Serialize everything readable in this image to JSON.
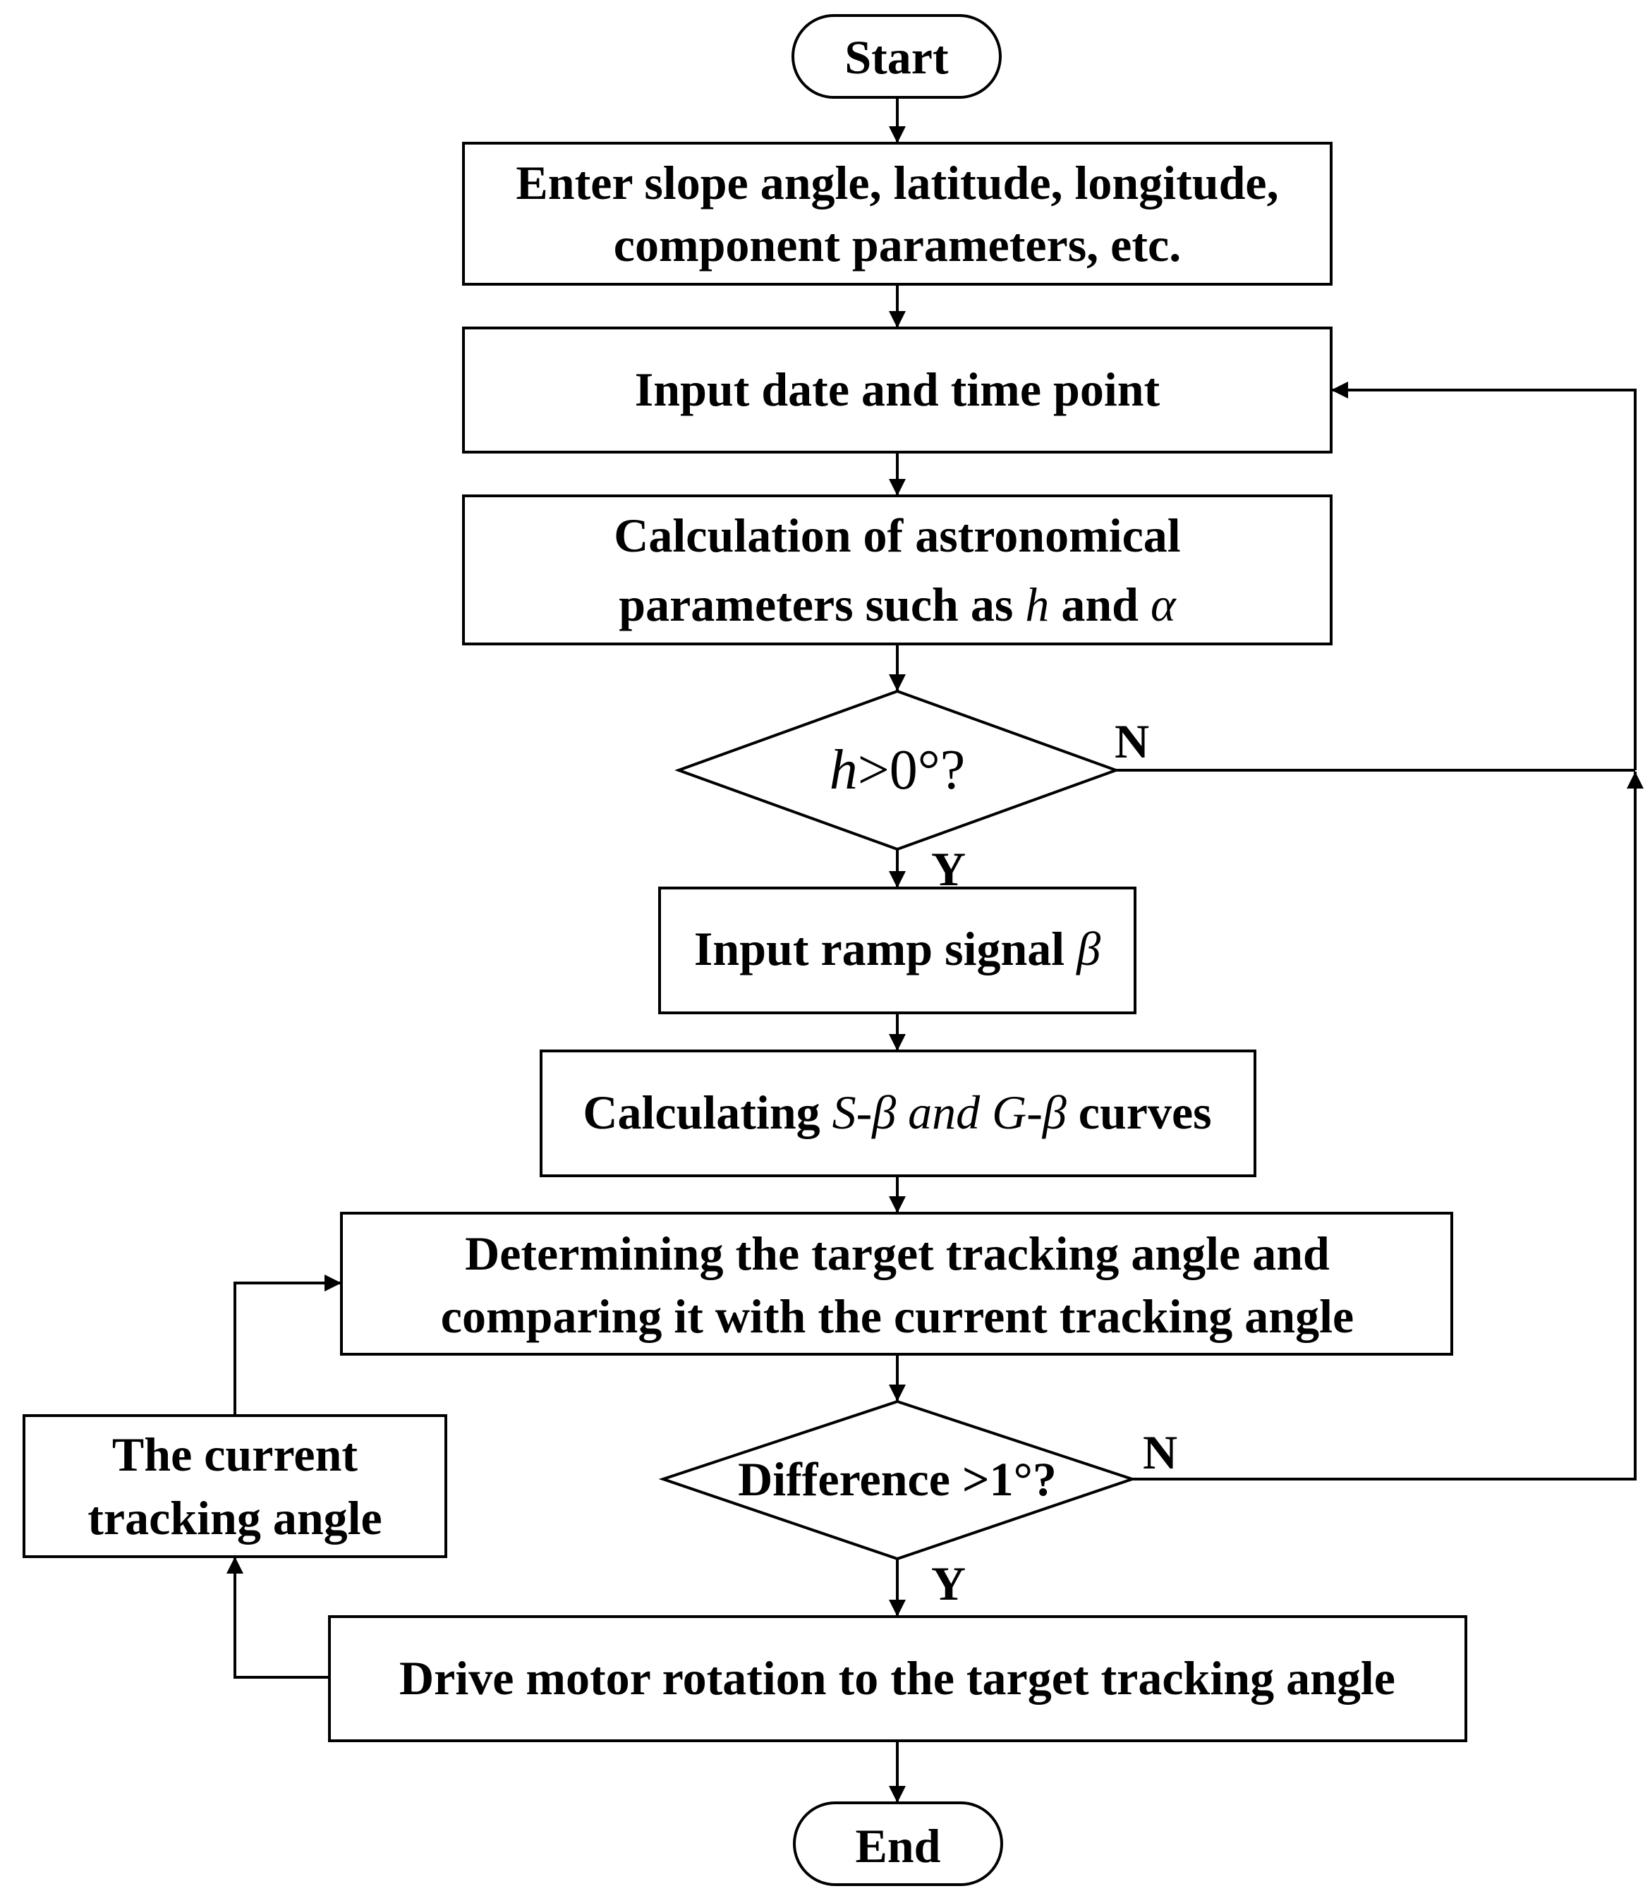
{
  "nodes": {
    "start": "Start",
    "enter_params": [
      "Enter slope angle, latitude, longitude,",
      "component parameters, etc."
    ],
    "input_date": "Input date and time point",
    "calc_astro": {
      "line1": "Calculation of astronomical",
      "line2_pre": "parameters such as ",
      "var_h": "h",
      "line2_mid": " and ",
      "var_alpha": "α"
    },
    "decision_h": {
      "var": "h",
      "rest": ">0°?"
    },
    "input_ramp": {
      "text": "Input ramp signal ",
      "var": "β"
    },
    "calc_curves": {
      "pre": "Calculating ",
      "sb": "S-β",
      "mid": " and ",
      "gb": "G-β",
      "post": " curves"
    },
    "determine": [
      "Determining the target tracking angle and",
      "comparing it with the current tracking angle"
    ],
    "decision_diff": "Difference >1°?",
    "current_angle": [
      "The current",
      "tracking angle"
    ],
    "drive": "Drive motor rotation to the target tracking angle",
    "end": "End"
  },
  "labels": {
    "yes": "Y",
    "no": "N"
  }
}
